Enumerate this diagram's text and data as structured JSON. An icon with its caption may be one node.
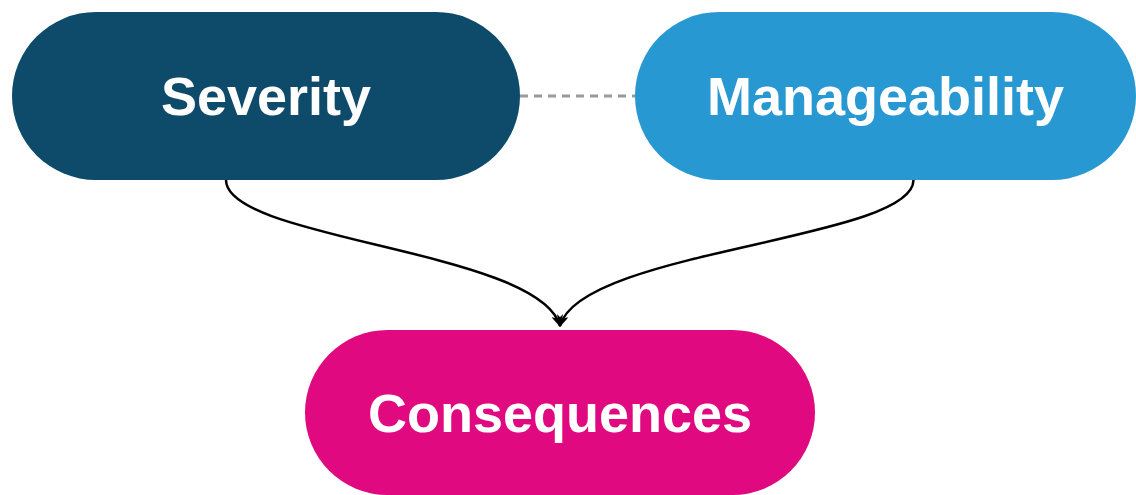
{
  "diagram": {
    "nodes": [
      {
        "text": [
          "Severity"
        ]
      },
      {
        "text": [
          "Manageability"
        ]
      },
      {
        "text": [
          "Consequences"
        ]
      }
    ],
    "edges": [
      {
        "from": 0,
        "to": 1,
        "arrow": "none",
        "style": "dashed",
        "color": "#9a9a9a"
      },
      {
        "from": 0,
        "to": 2,
        "arrow": "to"
      },
      {
        "from": 1,
        "to": 2,
        "arrow": "to"
      }
    ]
  }
}
